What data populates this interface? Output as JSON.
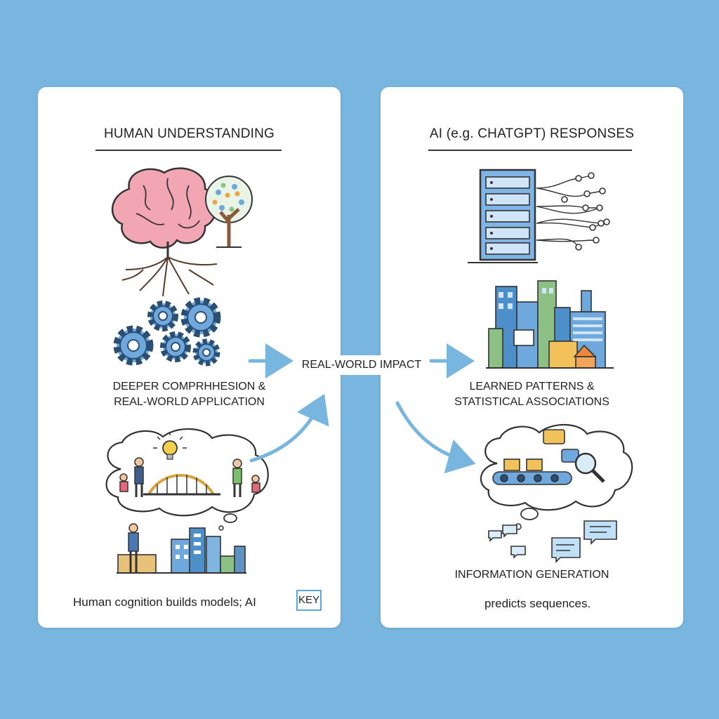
{
  "left_panel": {
    "title": "HUMAN UNDERSTANDING",
    "caption_lines": [
      "DEEPER COMPRHHESION &",
      "REAL-WORLD APPLICATION"
    ],
    "footer": "Human cognition builds models; AI",
    "key_label": "KEY"
  },
  "right_panel": {
    "title": "AI (e.g. CHATGPT) RESPONSES",
    "caption_lines": [
      "LEARNED PATTERNS &",
      "STATISTICAL ASSOCIATIONS"
    ],
    "section_label": "INFORMATION GENERATION",
    "footer": "predicts sequences."
  },
  "center": {
    "label": "REAL-WORLD IMPACT"
  },
  "colors": {
    "background": "#78b6e0",
    "panel": "#ffffff",
    "accent_blue": "#5aa5dc",
    "brain_pink": "#f2a6b4",
    "gear_blue": "#6fa8dc",
    "tree_brown": "#8a5a3b"
  },
  "icons": [
    "brain-icon",
    "tree-icon",
    "roots-icon",
    "gears-icon",
    "lightbulb-icon",
    "people-bridge-icon",
    "city-icon",
    "server-icon",
    "neural-network-icon",
    "conveyor-icon",
    "magnifier-icon",
    "chat-bubbles-icon"
  ]
}
